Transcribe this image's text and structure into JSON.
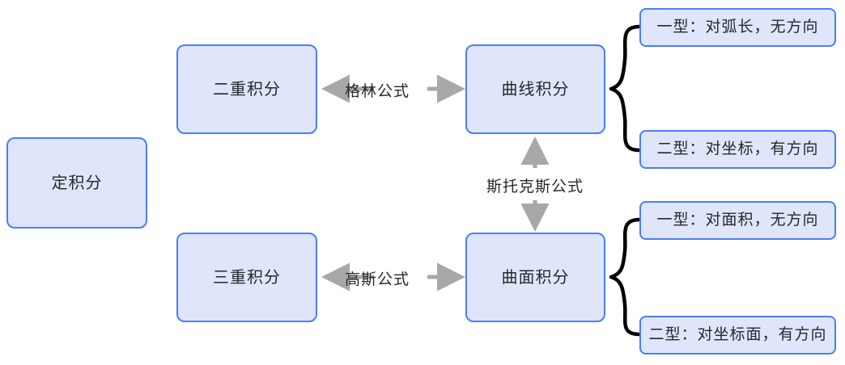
{
  "diagram": {
    "title_text": "",
    "colors": {
      "node_fill": "#dfe6fb",
      "node_border": "#4a7dfa",
      "arrow": "#a8a8a8",
      "brace": "#000000",
      "text": "#24292e",
      "background": "#ffffff"
    },
    "nodes": [
      {
        "id": "definite-integral",
        "label": "定积分"
      },
      {
        "id": "double-integral",
        "label": "二重积分"
      },
      {
        "id": "line-integral",
        "label": "曲线积分"
      },
      {
        "id": "triple-integral",
        "label": "三重积分"
      },
      {
        "id": "surface-integral",
        "label": "曲面积分"
      },
      {
        "id": "line-type-1",
        "label": "一型：对弧长，无方向"
      },
      {
        "id": "line-type-2",
        "label": "二型：对坐标，有方向"
      },
      {
        "id": "surface-type-1",
        "label": "一型：对面积，无方向"
      },
      {
        "id": "surface-type-2",
        "label": "二型：对坐标面，有方向"
      }
    ],
    "edge_labels": [
      {
        "id": "green-formula",
        "label": "格林公式"
      },
      {
        "id": "gauss-formula",
        "label": "高斯公式"
      },
      {
        "id": "stokes-formula",
        "label": "斯托克斯公式"
      }
    ]
  }
}
